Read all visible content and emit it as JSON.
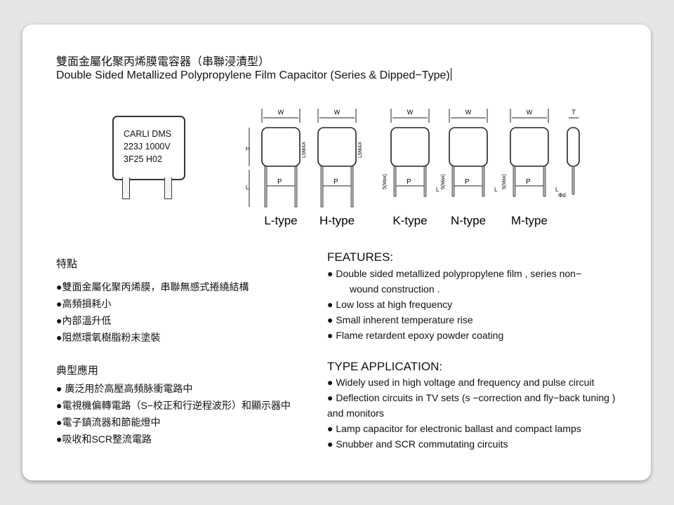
{
  "title_zh": "雙面金屬化聚丙烯膜電容器（串聯浸漬型）",
  "title_en": "Double Sided Metallized Polypropylene Film Capacitor (Series & Dipped−Type)",
  "marking": [
    "CARLI DMS",
    "223J 1000V",
    "3F25    H02"
  ],
  "diagram": {
    "types": [
      "L-type",
      "H-type",
      "K-type",
      "N-type",
      "M-type"
    ],
    "dims": {
      "w": "W",
      "t": "T",
      "h": "H",
      "l": "L",
      "p": "P",
      "max15": "L5MAX",
      "max5": "5(Max)",
      "d": "Φd"
    }
  },
  "features_zh": {
    "heading": "特點",
    "items": [
      "●雙面金屬化聚丙烯膜，串聯無感式捲繞結構",
      "●高頻損耗小",
      "●內部溫升低",
      "●阻燃環氧樹脂粉末塗裝"
    ]
  },
  "apps_zh": {
    "heading": "典型應用",
    "items": [
      "● 廣泛用於高壓高頻脉衝電路中",
      "●電視機偏轉電路（S−校正和行逆程波形）和顯示器中",
      "●電子鎮流器和節能燈中",
      "●吸收和SCR整流電路"
    ]
  },
  "features_en": {
    "heading": "FEATURES:",
    "items": [
      "●  Double sided metallized polypropylene film , series non−",
      "wound construction .",
      "●  Low loss at high frequency",
      "● Small inherent temperature rise",
      "● Flame retardent epoxy powder coating"
    ]
  },
  "apps_en": {
    "heading": "TYPE APPLICATION:",
    "items": [
      "● Widely used in high voltage and frequency and pulse circuit",
      "● Deflection circuits in TV sets (s −correction and fly−back tuning )",
      "and monitors",
      "● Lamp capacitor for electronic ballast and compact lamps",
      "● Snubber and SCR commutating circuits"
    ]
  }
}
